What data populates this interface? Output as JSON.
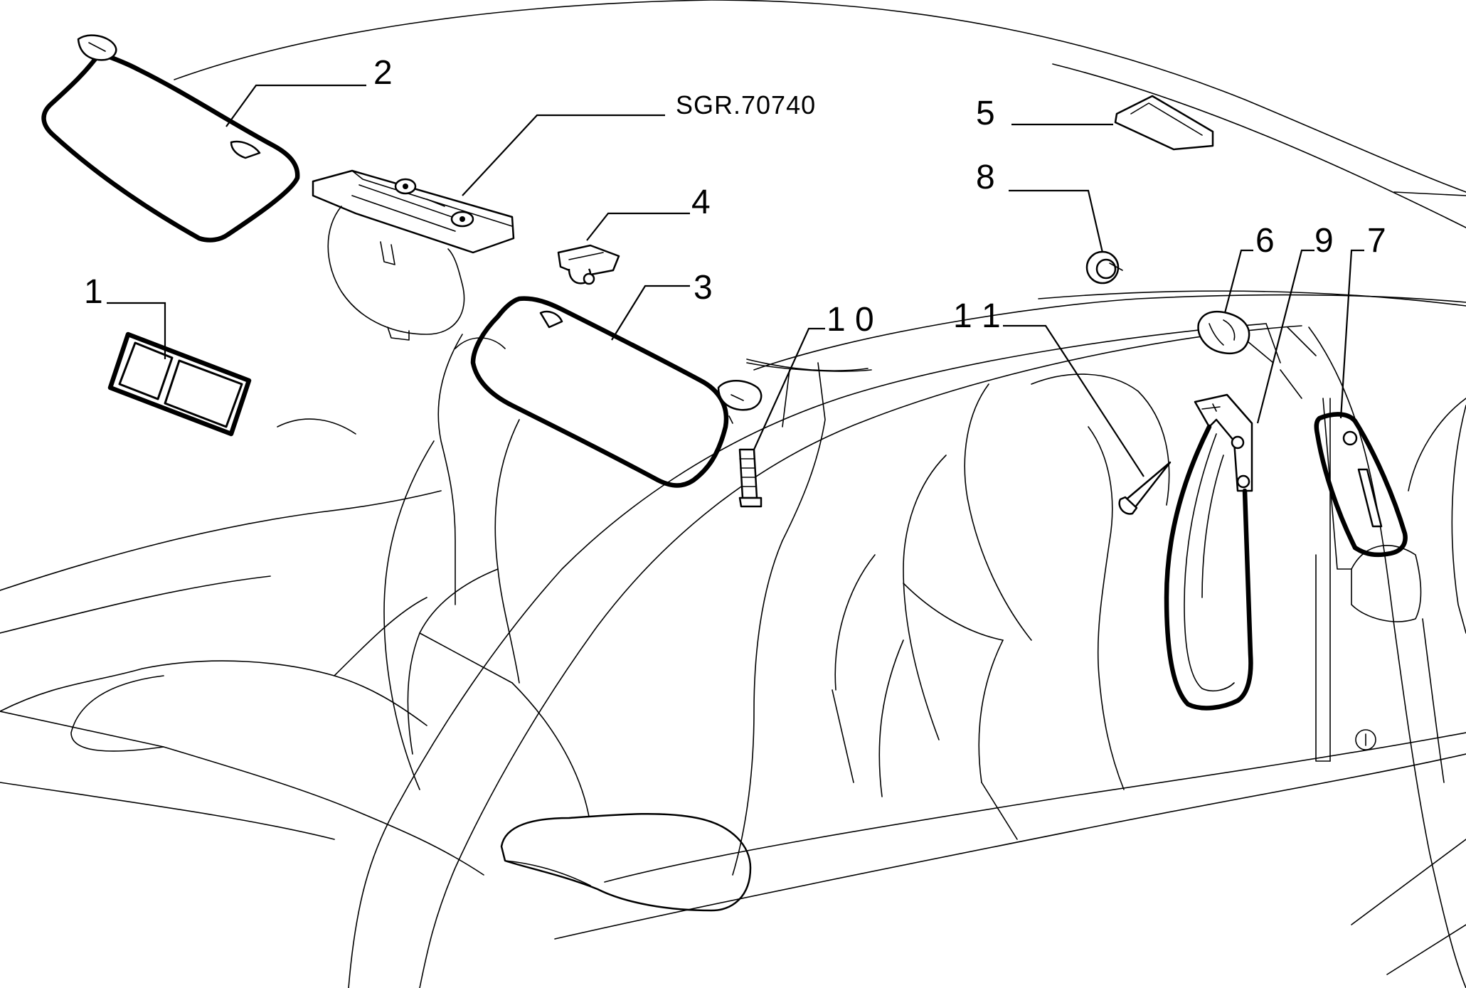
{
  "diagram": {
    "reference_code": "SGR.70740",
    "callouts": [
      {
        "id": "1",
        "label": "1"
      },
      {
        "id": "2",
        "label": "2"
      },
      {
        "id": "3",
        "label": "3"
      },
      {
        "id": "4",
        "label": "4"
      },
      {
        "id": "5",
        "label": "5"
      },
      {
        "id": "6",
        "label": "6"
      },
      {
        "id": "7",
        "label": "7"
      },
      {
        "id": "8",
        "label": "8"
      },
      {
        "id": "9",
        "label": "9"
      },
      {
        "id": "10",
        "label": "1 0"
      },
      {
        "id": "11",
        "label": "1 1"
      }
    ]
  }
}
